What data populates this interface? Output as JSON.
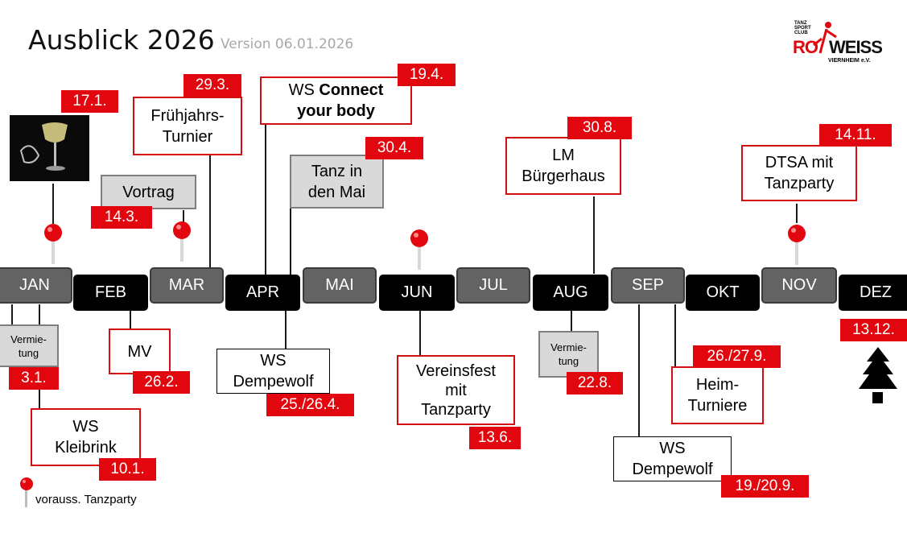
{
  "header": {
    "title": "Ausblick 2026",
    "version": "Version 06.01.2026"
  },
  "logo": {
    "line1": "TANZ",
    "line2": "SPORT",
    "line3": "CLUB",
    "rot": "RO",
    "weiss": "WEISS",
    "city": "VIERNHEIM e.V."
  },
  "months": [
    "JAN",
    "FEB",
    "MAR",
    "APR",
    "MAI",
    "JUN",
    "JUL",
    "AUG",
    "SEP",
    "OKT",
    "NOV",
    "DEZ"
  ],
  "events": {
    "e_17_1": {
      "date": "17.1."
    },
    "e_vortrag": {
      "label": "Vortrag",
      "date": "14.3."
    },
    "e_fruehjahr": {
      "label1": "Frühjahrs-",
      "label2": "Turnier",
      "date": "29.3."
    },
    "e_connect": {
      "label_prefix": "WS ",
      "label_bold1": "Connect",
      "label_bold2": "your body",
      "date": "19.4."
    },
    "e_tanz_mai": {
      "label1": "Tanz in",
      "label2": "den Mai",
      "date": "30.4."
    },
    "e_lm": {
      "label1": "LM",
      "label2": "Bürgerhaus",
      "date": "30.8."
    },
    "e_dtsa": {
      "label1": "DTSA mit",
      "label2": "Tanzparty",
      "date": "14.11."
    },
    "e_verm_jan": {
      "label1": "Vermie-",
      "label2": "tung",
      "date": "3.1."
    },
    "e_kleibrink": {
      "label1": "WS",
      "label2": "Kleibrink",
      "date": "10.1."
    },
    "e_mv": {
      "label": "MV",
      "date": "26.2."
    },
    "e_dempewolf_apr": {
      "label1": "WS",
      "label2": "Dempewolf",
      "date": "25./26.4."
    },
    "e_vereinsfest": {
      "label1": "Vereinsfest",
      "label2": "mit",
      "label3": "Tanzparty",
      "date": "13.6."
    },
    "e_verm_aug": {
      "label1": "Vermie-",
      "label2": "tung",
      "date": "22.8."
    },
    "e_heim": {
      "label1": "Heim-",
      "label2": "Turniere",
      "date": "26./27.9."
    },
    "e_dempewolf_sep": {
      "label1": "WS",
      "label2": "Dempewolf",
      "date": "19./20.9."
    },
    "e_dez": {
      "date": "13.12."
    }
  },
  "legend": {
    "text": "vorauss. Tanzparty"
  },
  "colors": {
    "red": "#e2060e",
    "gray": "#636363",
    "black": "#000000",
    "light_gray": "#d9d9d9"
  }
}
